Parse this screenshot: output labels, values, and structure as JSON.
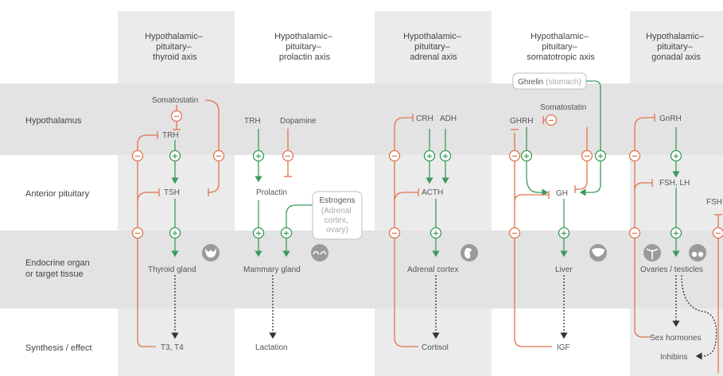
{
  "columns": [
    {
      "title": [
        "Hypothalamic–",
        "pituitary–",
        "thyroid axis"
      ]
    },
    {
      "title": [
        "Hypothalamic–",
        "pituitary–",
        "prolactin axis"
      ]
    },
    {
      "title": [
        "Hypothalamic–",
        "pituitary–",
        "adrenal axis"
      ]
    },
    {
      "title": [
        "Hypothalamic–",
        "pituitary–",
        "somatotropic axis"
      ]
    },
    {
      "title": [
        "Hypothalamic–",
        "pituitary–",
        "gonadal axis"
      ]
    }
  ],
  "rows": {
    "hypothalamus": [
      "Hypothalamus"
    ],
    "anterior_pituitary": [
      "Anterior pituitary"
    ],
    "endocrine": [
      "Endocrine organ",
      "or target tissue"
    ],
    "synthesis": [
      "Synthesis / effect"
    ]
  },
  "thyroid": {
    "somatostatin": "Somatostatin",
    "trh": "TRH",
    "tsh": "TSH",
    "gland": "Thyroid gland",
    "effect": "T3, T4"
  },
  "prolactin": {
    "trh": "TRH",
    "dopamine": "Dopamine",
    "prolactin": "Prolactin",
    "estrogens": "Estrogens",
    "estrogens_note": [
      "(Adrenal",
      "cortex,",
      "ovary)"
    ],
    "gland": "Mammary gland",
    "effect": "Lactation"
  },
  "adrenal": {
    "crh": "CRH",
    "adh": "ADH",
    "acth": "ACTH",
    "gland": "Adrenal cortex",
    "effect": "Cortisol"
  },
  "somatotropic": {
    "ghrelin": "Ghrelin",
    "ghrelin_note": "(stomach)",
    "ghrh": "GHRH",
    "somatostatin": "Somatostatin",
    "gh": "GH",
    "organ": "Liver",
    "effect": "IGF"
  },
  "gonadal": {
    "gnrh": "GnRH",
    "fsh_lh": "FSH, LH",
    "fsh_cut": "FSH",
    "organ": "Ovaries / testicles",
    "effect": "Sex hormones",
    "inhibins": "Inhibins"
  },
  "signs": {
    "plus": "+",
    "minus": "−"
  },
  "colors": {
    "stimulate": "#3a9a5b",
    "inhibit": "#e0744f",
    "column_band": "#ebebeb",
    "row_band": "#e3e3e3",
    "icon": "#9a9a9a",
    "text": "#555555"
  }
}
